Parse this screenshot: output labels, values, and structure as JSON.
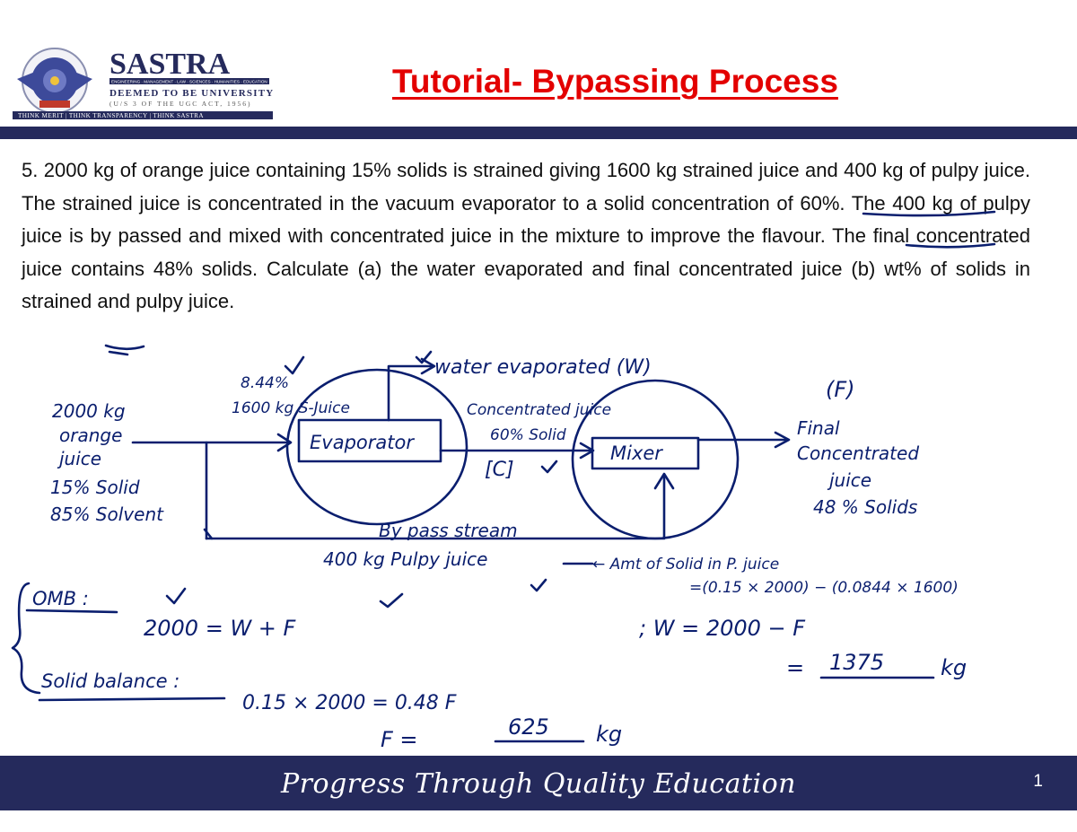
{
  "header": {
    "logo": {
      "name": "SASTRA",
      "disciplines": "ENGINEERING · MANAGEMENT · LAW · SCIENCES · HUMANITIES · EDUCATION",
      "deemed": "DEEMED TO BE UNIVERSITY",
      "act": "(U/S 3 OF THE UGC ACT, 1956)",
      "motto": "THINK MERIT | THINK TRANSPARENCY | THINK SASTRA"
    },
    "title": "Tutorial- Bypassing Process"
  },
  "problem_text": "5. 2000 kg of orange juice containing 15% solids is strained giving 1600 kg strained juice and 400 kg of pulpy juice. The strained juice is concentrated in the vacuum evaporator to a solid concentration of 60%. The 400 kg of pulpy juice is by passed and mixed with concentrated juice in the mixture to improve the flavour. The final concentrated juice contains 48% solids. Calculate (a) the water evaporated and final concentrated juice (b) wt% of solids in strained and pulpy juice.",
  "handwriting": {
    "feed": [
      "2000 kg",
      "orange",
      "juice",
      "15% Solid",
      "85% Solvent"
    ],
    "strained": [
      "8.44%",
      "1600 kg S-Juice"
    ],
    "water": "water evaporated (W)",
    "concentrated": [
      "Concentrated juice",
      "60% Solid"
    ],
    "c_label": "[C]",
    "evaporator": "Evaporator",
    "mixer": "Mixer",
    "f_label": "(F)",
    "final": [
      "Final",
      "Concentrated",
      "juice",
      "48 % Solids"
    ],
    "bypass": [
      "By pass stream",
      "400 kg Pulpy juice"
    ],
    "pulpy_calc": [
      "← Amt of Solid in P. juice",
      "=(0.15 × 2000) − (0.0844 × 1600)"
    ],
    "omb": "OMB :",
    "solid_balance": "Solid balance :",
    "eq1": "2000   =  W  +  F",
    "eq_w": ";   W   =  2000  − F",
    "eq_w2": "=",
    "w_val": "1375",
    "kg": "kg",
    "eq_sb": "0.15 × 2000  =  0.48  F",
    "eq_f": "F   =",
    "f_val": "625",
    "tick": "✓"
  },
  "footer": {
    "tagline": "Progress Through Quality Education",
    "page": "1"
  },
  "colors": {
    "title": "#e30000",
    "bar": "#252a5c",
    "ink": "#0a1e6e"
  }
}
